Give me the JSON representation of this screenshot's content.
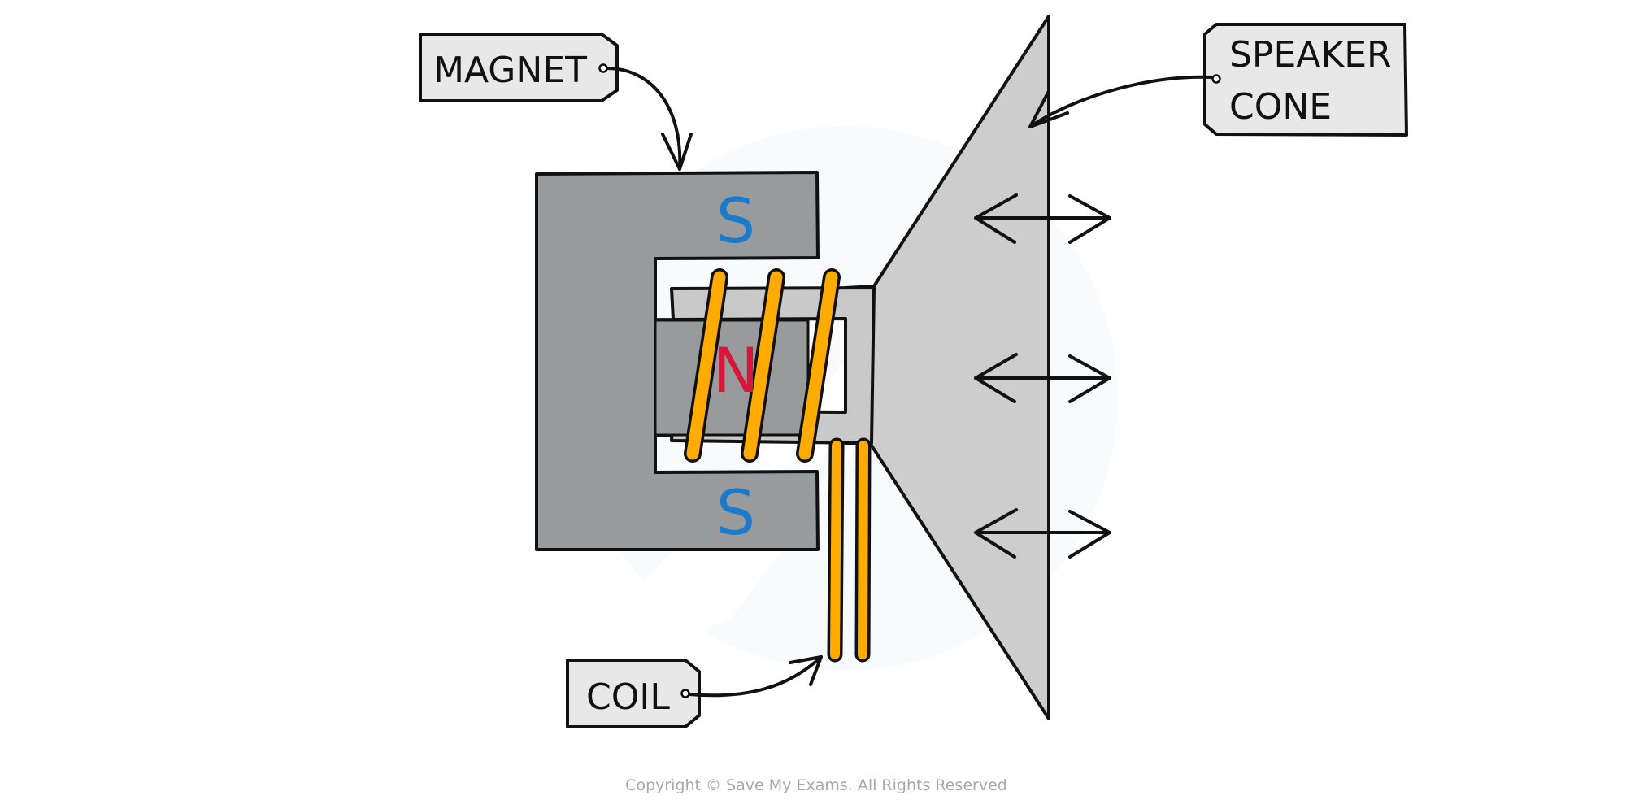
{
  "diagram": {
    "title": "Loudspeaker structure",
    "labels": {
      "magnet": "MAGNET",
      "speaker_cone_line1": "SPEAKER",
      "speaker_cone_line2": "CONE",
      "coil": "COIL"
    },
    "poles": {
      "top": "S",
      "middle": "N",
      "bottom": "S"
    },
    "colors": {
      "magnet_fill": "#999a9c",
      "inner_core_fill": "#c9c9c9",
      "cone_fill": "#cdcdcd",
      "coil_fill": "#ffab00",
      "south_pole": "#1a7acb",
      "north_pole": "#d6173a",
      "tag_fill": "#e8e8e8",
      "outline": "#111111"
    },
    "vibration_arrows": 3,
    "coil_turns": 3
  },
  "footer": {
    "copyright": "Copyright © Save My Exams. All Rights Reserved"
  }
}
